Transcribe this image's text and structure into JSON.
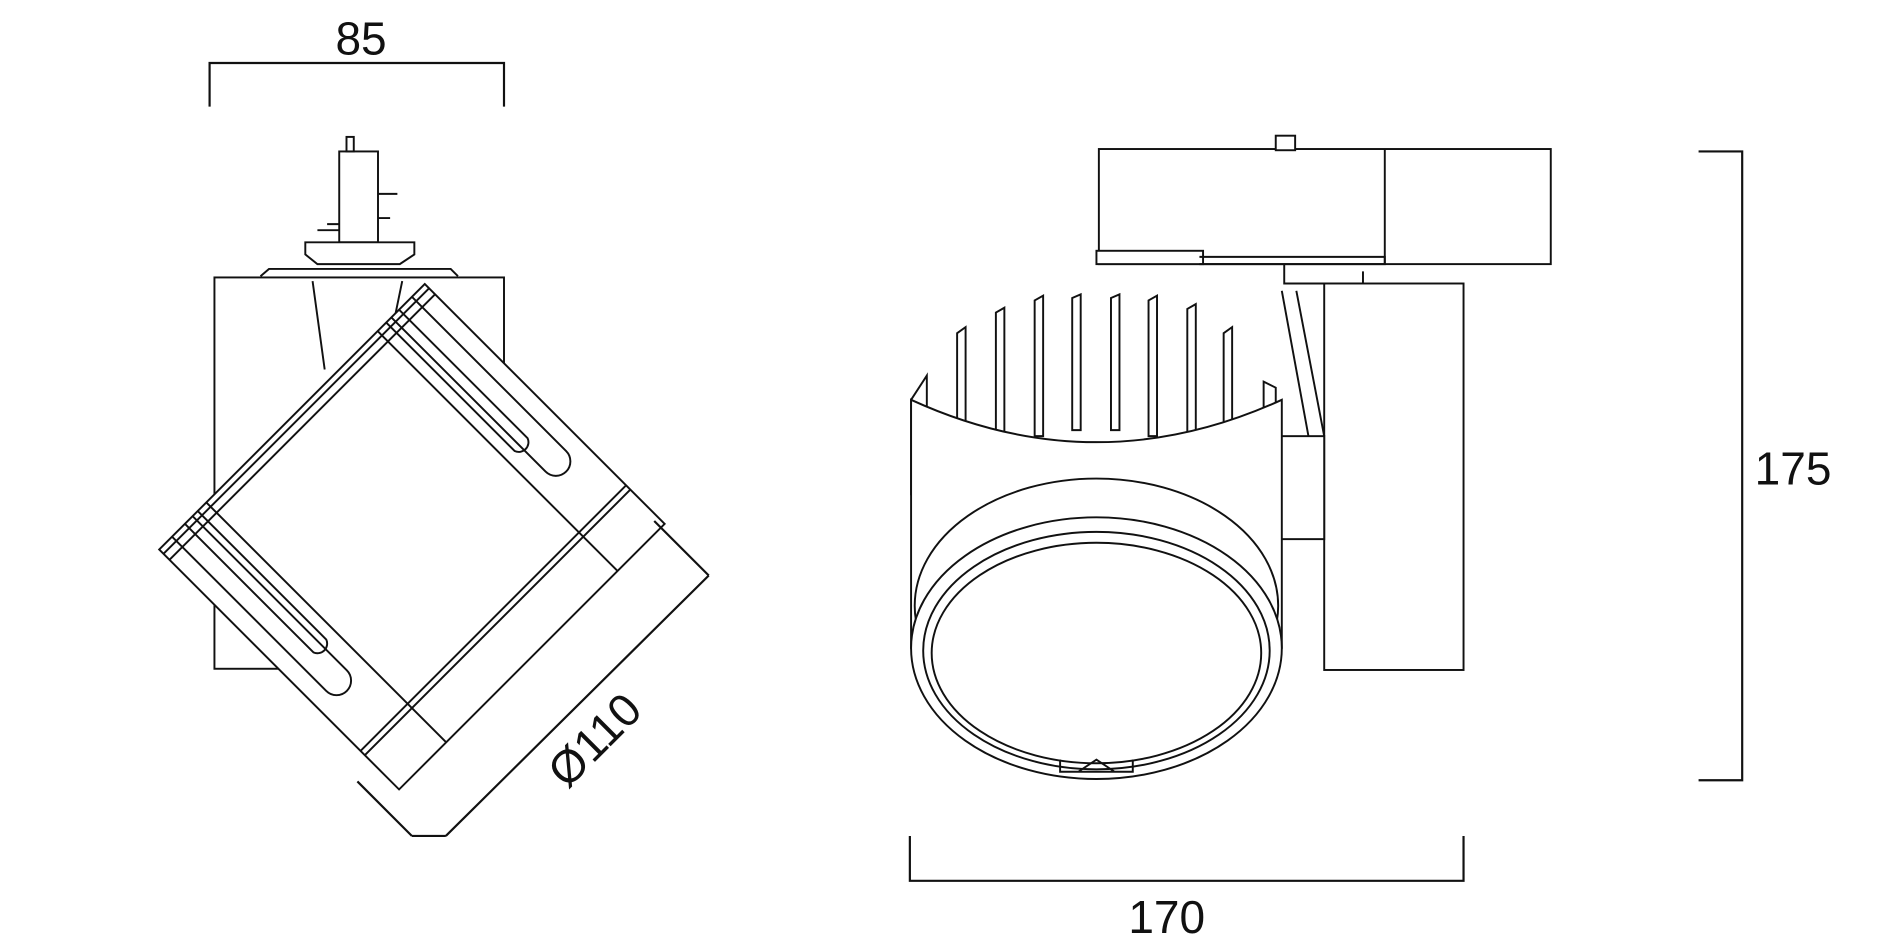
{
  "dimensions": {
    "front_width": "85",
    "head_diameter": "Ø110",
    "side_length": "170",
    "side_height": "175"
  },
  "colors": {
    "line": "#111111",
    "background": "#ffffff"
  }
}
